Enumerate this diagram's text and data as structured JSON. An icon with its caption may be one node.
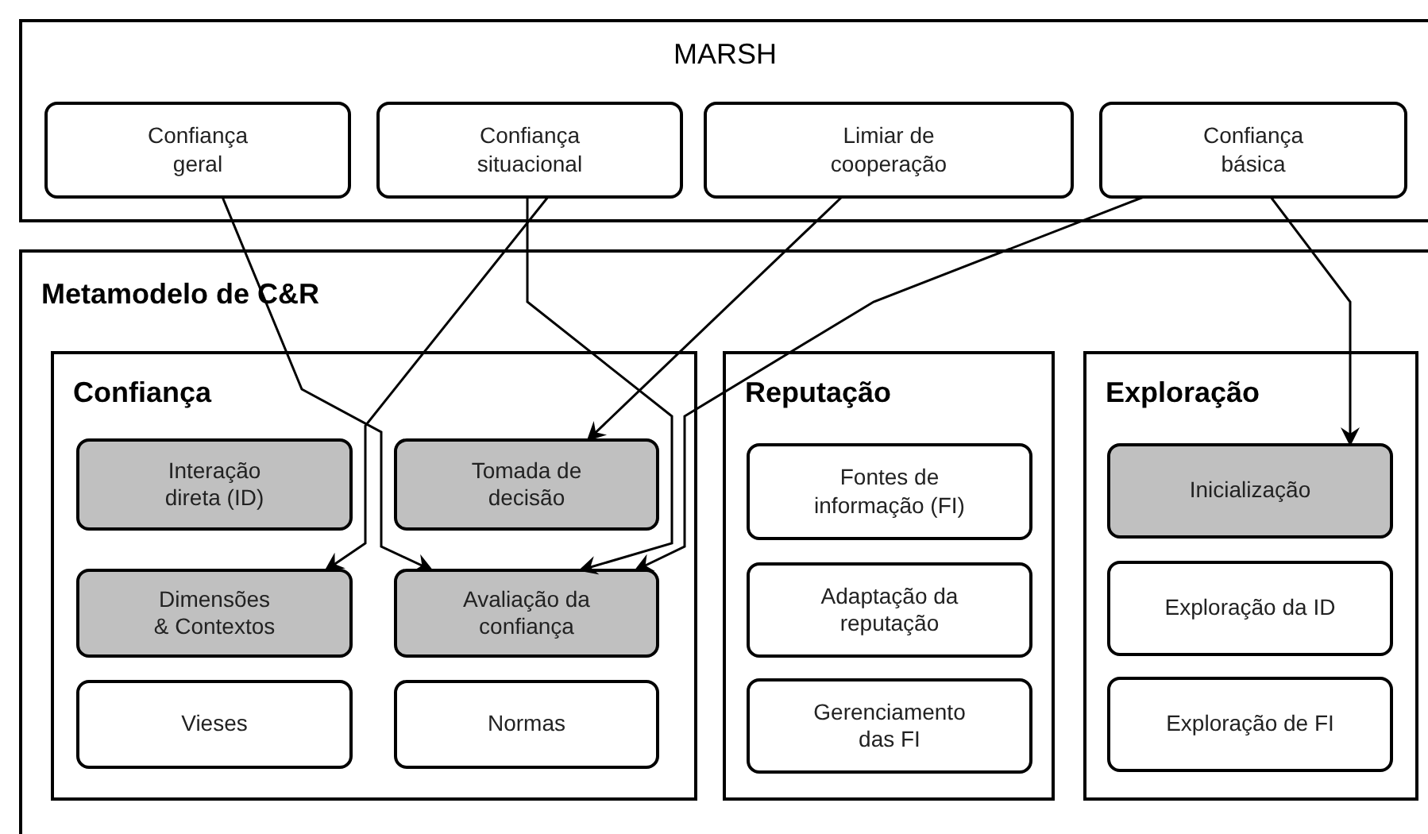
{
  "diagram": {
    "nodes": [
      {
        "text": [
          "MARSH"
        ]
      },
      {
        "text": [
          "Confiança geral"
        ],
        "in": 0
      },
      {
        "text": [
          "Confiança situacional"
        ],
        "in": 0
      },
      {
        "text": [
          "Limiar de cooperação"
        ],
        "in": 0
      },
      {
        "text": [
          "Confiança básica"
        ],
        "in": 0
      },
      {
        "text": [
          "Metamodelo de C&R"
        ]
      },
      {
        "text": [
          "Confiança"
        ],
        "in": 5
      },
      {
        "text": [
          "Interação direta (ID)"
        ],
        "in": 6
      },
      {
        "text": [
          "Tomada de decisão"
        ],
        "in": 6
      },
      {
        "text": [
          "Dimensões & Contextos"
        ],
        "in": 6
      },
      {
        "text": [
          "Avaliação da confiança"
        ],
        "in": 6
      },
      {
        "text": [
          "Vieses"
        ],
        "in": 6
      },
      {
        "text": [
          "Normas"
        ],
        "in": 6
      },
      {
        "text": [
          "Reputação"
        ],
        "in": 5
      },
      {
        "text": [
          "Fontes de informação (FI)"
        ],
        "in": 13
      },
      {
        "text": [
          "Adaptação da reputação"
        ],
        "in": 13
      },
      {
        "text": [
          "Gerenciamento das FI"
        ],
        "in": 13
      },
      {
        "text": [
          "Exploração"
        ],
        "in": 5
      },
      {
        "text": [
          "Inicialização"
        ],
        "in": 17
      },
      {
        "text": [
          "Exploração da ID"
        ],
        "in": 17
      },
      {
        "text": [
          "Exploração de FI"
        ],
        "in": 17
      }
    ],
    "edges": [
      {
        "from": 1,
        "to": 10,
        "arrow": "to"
      },
      {
        "from": 2,
        "to": 9,
        "arrow": "to"
      },
      {
        "from": 2,
        "to": 10,
        "arrow": "to"
      },
      {
        "from": 3,
        "to": 8,
        "arrow": "to"
      },
      {
        "from": 4,
        "to": 10,
        "arrow": "to"
      },
      {
        "from": 4,
        "to": 18,
        "arrow": "to"
      }
    ]
  }
}
